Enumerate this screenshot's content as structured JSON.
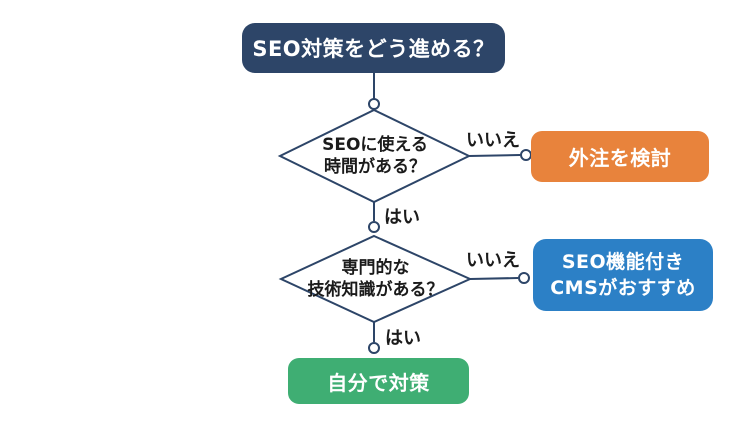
{
  "flowchart": {
    "start": {
      "label": "SEO対策をどう進める？"
    },
    "decision_time": {
      "line1": "SEOに使える",
      "line2": "時間がある？"
    },
    "decision_skill": {
      "line1": "専門的な",
      "line2": "技術知識がある？"
    },
    "result_outsource": {
      "label": "外注を検討"
    },
    "result_cms": {
      "line1": "SEO機能付き",
      "line2": "CMSがおすすめ"
    },
    "result_self": {
      "label": "自分で対策"
    },
    "edge_labels": {
      "yes1": "はい",
      "yes2": "はい",
      "no1": "いいえ",
      "no2": "いいえ"
    },
    "colors": {
      "start_box": "#2d4568",
      "outsource_box": "#e8833c",
      "cms_box": "#2c80c6",
      "self_box": "#3fae73",
      "connector": "#2d4568",
      "diamond_fill": "#ffffff",
      "label_text": "#1b1b1b",
      "node_text": "#ffffff",
      "background": "#ffffff"
    }
  }
}
